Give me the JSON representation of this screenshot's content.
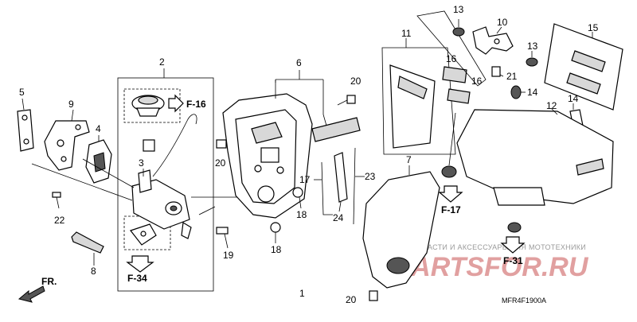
{
  "diagram": {
    "callouts": [
      "1",
      "2",
      "3",
      "4",
      "5",
      "6",
      "7",
      "8",
      "9",
      "10",
      "11",
      "12",
      "13",
      "13",
      "14",
      "14",
      "15",
      "16",
      "16",
      "17",
      "18",
      "18",
      "19",
      "20",
      "20",
      "20",
      "21",
      "22",
      "23",
      "24"
    ],
    "refs": [
      "F-16",
      "F-34",
      "F-17",
      "F-31"
    ],
    "front_marker": "FR.",
    "drawing_code": "MFR4F1900A",
    "watermark_line1": "ЗАПЧАСТИ И АКСЕССУАРЫ ДЛЯ МОТОТЕХНИКИ",
    "watermark_line2": "PARTSFOR.RU"
  }
}
